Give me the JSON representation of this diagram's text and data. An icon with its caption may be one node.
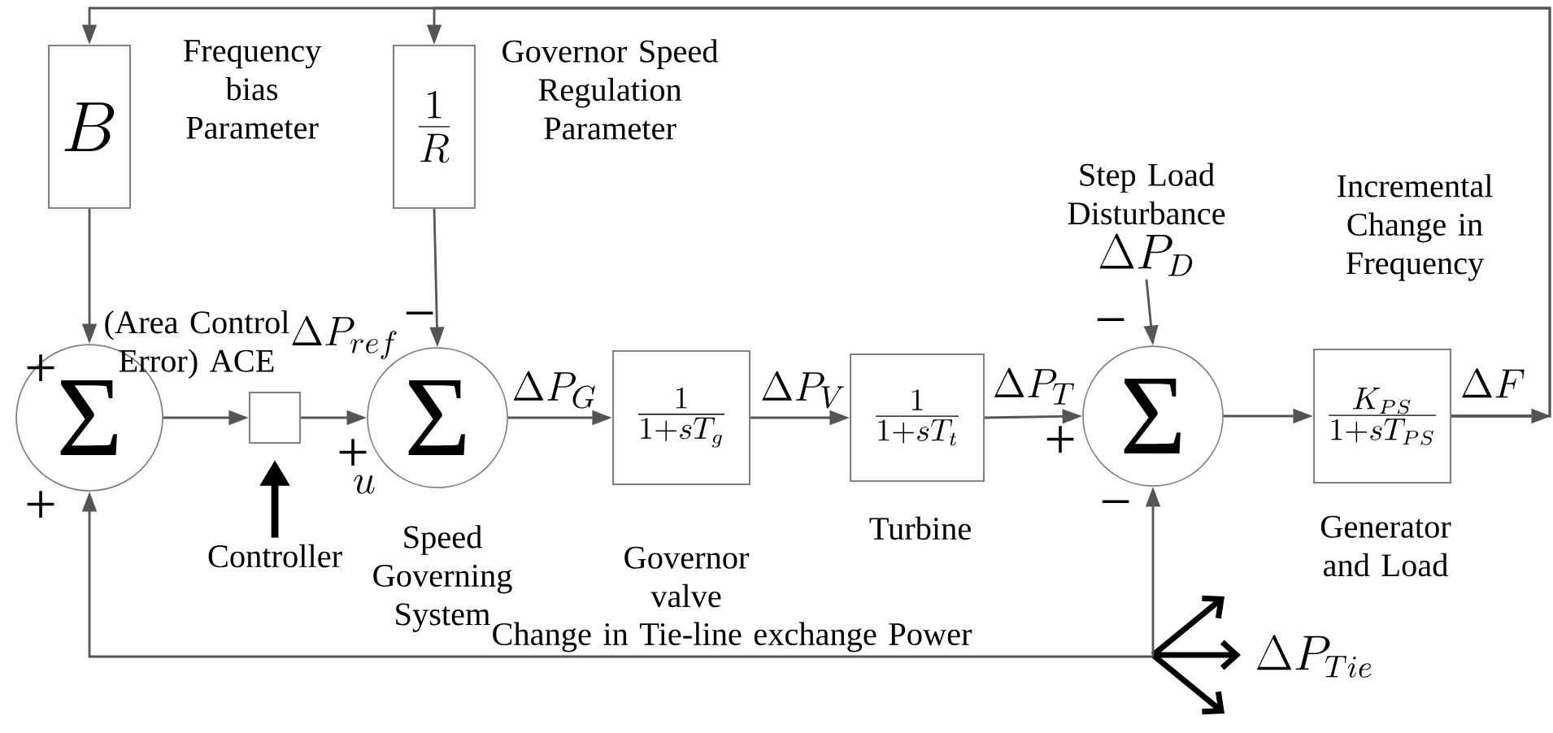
{
  "diagram": {
    "nodes": [
      {
        "text": [
          "B"
        ],
        "beside": [
          "Frequency bias Parameter"
        ]
      },
      {
        "text": [
          "\\frac{1}{R}"
        ],
        "beside": [
          "Governor Speed Regulation Parameter"
        ]
      },
      {
        "text": [
          "Σ"
        ]
      },
      {
        "text": [],
        "shape": "box"
      },
      {
        "text": [
          "Σ"
        ],
        "beside": [
          "Speed Governing System"
        ]
      },
      {
        "text": [
          "\\frac{1}{1+sT_g}"
        ],
        "beside": [
          "Governor valve"
        ]
      },
      {
        "text": [
          "\\frac{1}{1+sT_t}"
        ],
        "beside": [
          "Turbine"
        ]
      },
      {
        "text": [
          "Σ"
        ]
      },
      {
        "text": [
          "\\frac{K_{PS}}{1+sT_{PS}}"
        ],
        "beside": [
          "Generator and Load"
        ]
      },
      {
        "text": [
          "Step Load Disturbance",
          "\\Delta P_D"
        ]
      },
      {
        "text": [
          "\\Delta P_{Tie}"
        ]
      },
      {
        "text": [
          "Controller"
        ]
      }
    ],
    "edges": [
      {
        "from": 8,
        "to": null,
        "arrow": "to",
        "label": "\\Delta F"
      },
      {
        "from": 8,
        "to": 0,
        "arrow": "to"
      },
      {
        "from": 8,
        "to": 1,
        "arrow": "to"
      },
      {
        "from": 0,
        "to": 2,
        "arrow": "to"
      },
      {
        "from": 1,
        "to": 4,
        "arrow": "to",
        "label": "\\Delta P_{ref}"
      },
      {
        "from": 2,
        "to": 3,
        "arrow": "to",
        "label": "(Area Control Error) ACE"
      },
      {
        "from": 3,
        "to": 4,
        "arrow": "to",
        "label": "u"
      },
      {
        "from": 4,
        "to": 5,
        "arrow": "to",
        "label": "\\Delta P_G"
      },
      {
        "from": 5,
        "to": 6,
        "arrow": "to",
        "label": "\\Delta P_V"
      },
      {
        "from": 6,
        "to": 7,
        "arrow": "to",
        "label": "\\Delta P_T"
      },
      {
        "from": 7,
        "to": 8,
        "arrow": "to"
      },
      {
        "from": 9,
        "to": 7,
        "arrow": "to"
      },
      {
        "from": 10,
        "to": 7,
        "arrow": "to"
      },
      {
        "from": 10,
        "to": 2,
        "arrow": "to",
        "label": "Change in Tie-line exchange Power"
      },
      {
        "from": 11,
        "to": 3,
        "arrow": "to",
        "style": "thick",
        "color": "#000000"
      }
    ],
    "labels": [
      "+",
      "−",
      "Incremental Change in Frequency",
      "−",
      "+",
      "+",
      "+",
      "−"
    ]
  }
}
